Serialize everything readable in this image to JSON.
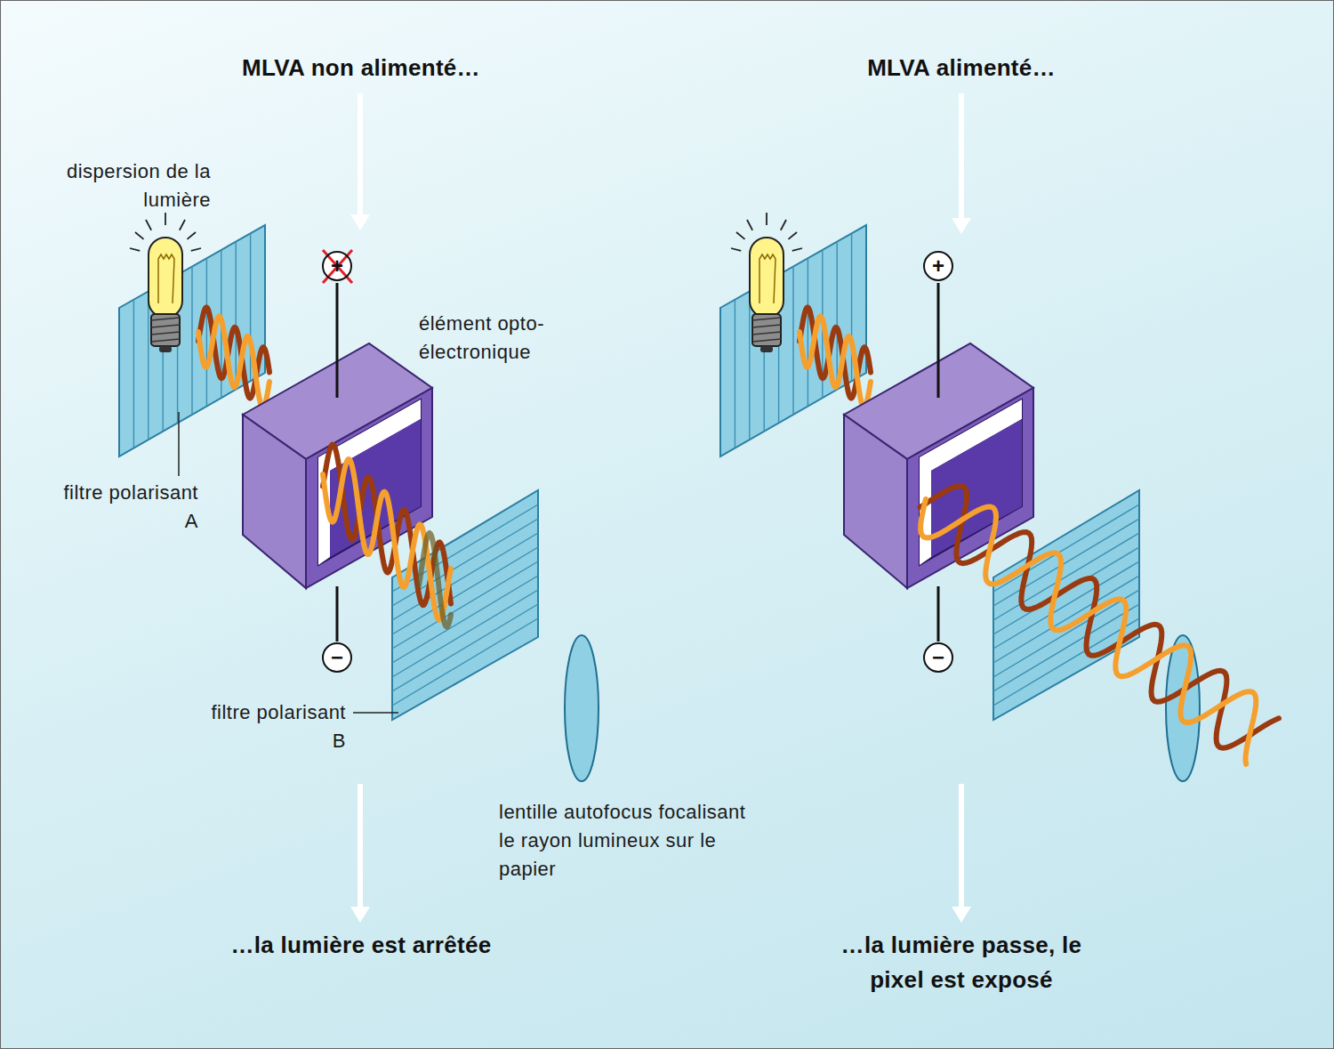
{
  "diagram": {
    "nodes": [
      {
        "text": [
          "+"
        ]
      },
      {
        "text": [
          "+"
        ]
      },
      {
        "text": [
          "−"
        ]
      },
      {
        "text": [
          "−"
        ]
      }
    ],
    "labels": [
      "MLVA non alimenté…",
      "MLVA alimenté…",
      "dispersion de la lumière",
      "élément opto-électronique",
      "filtre polarisant A",
      "filtre polarisant B",
      "lentille autofocus focalisant le rayon lumineux sur le papier",
      "…la lumière est arrêtée",
      "…la lumière passe, le pixel est exposé"
    ]
  }
}
